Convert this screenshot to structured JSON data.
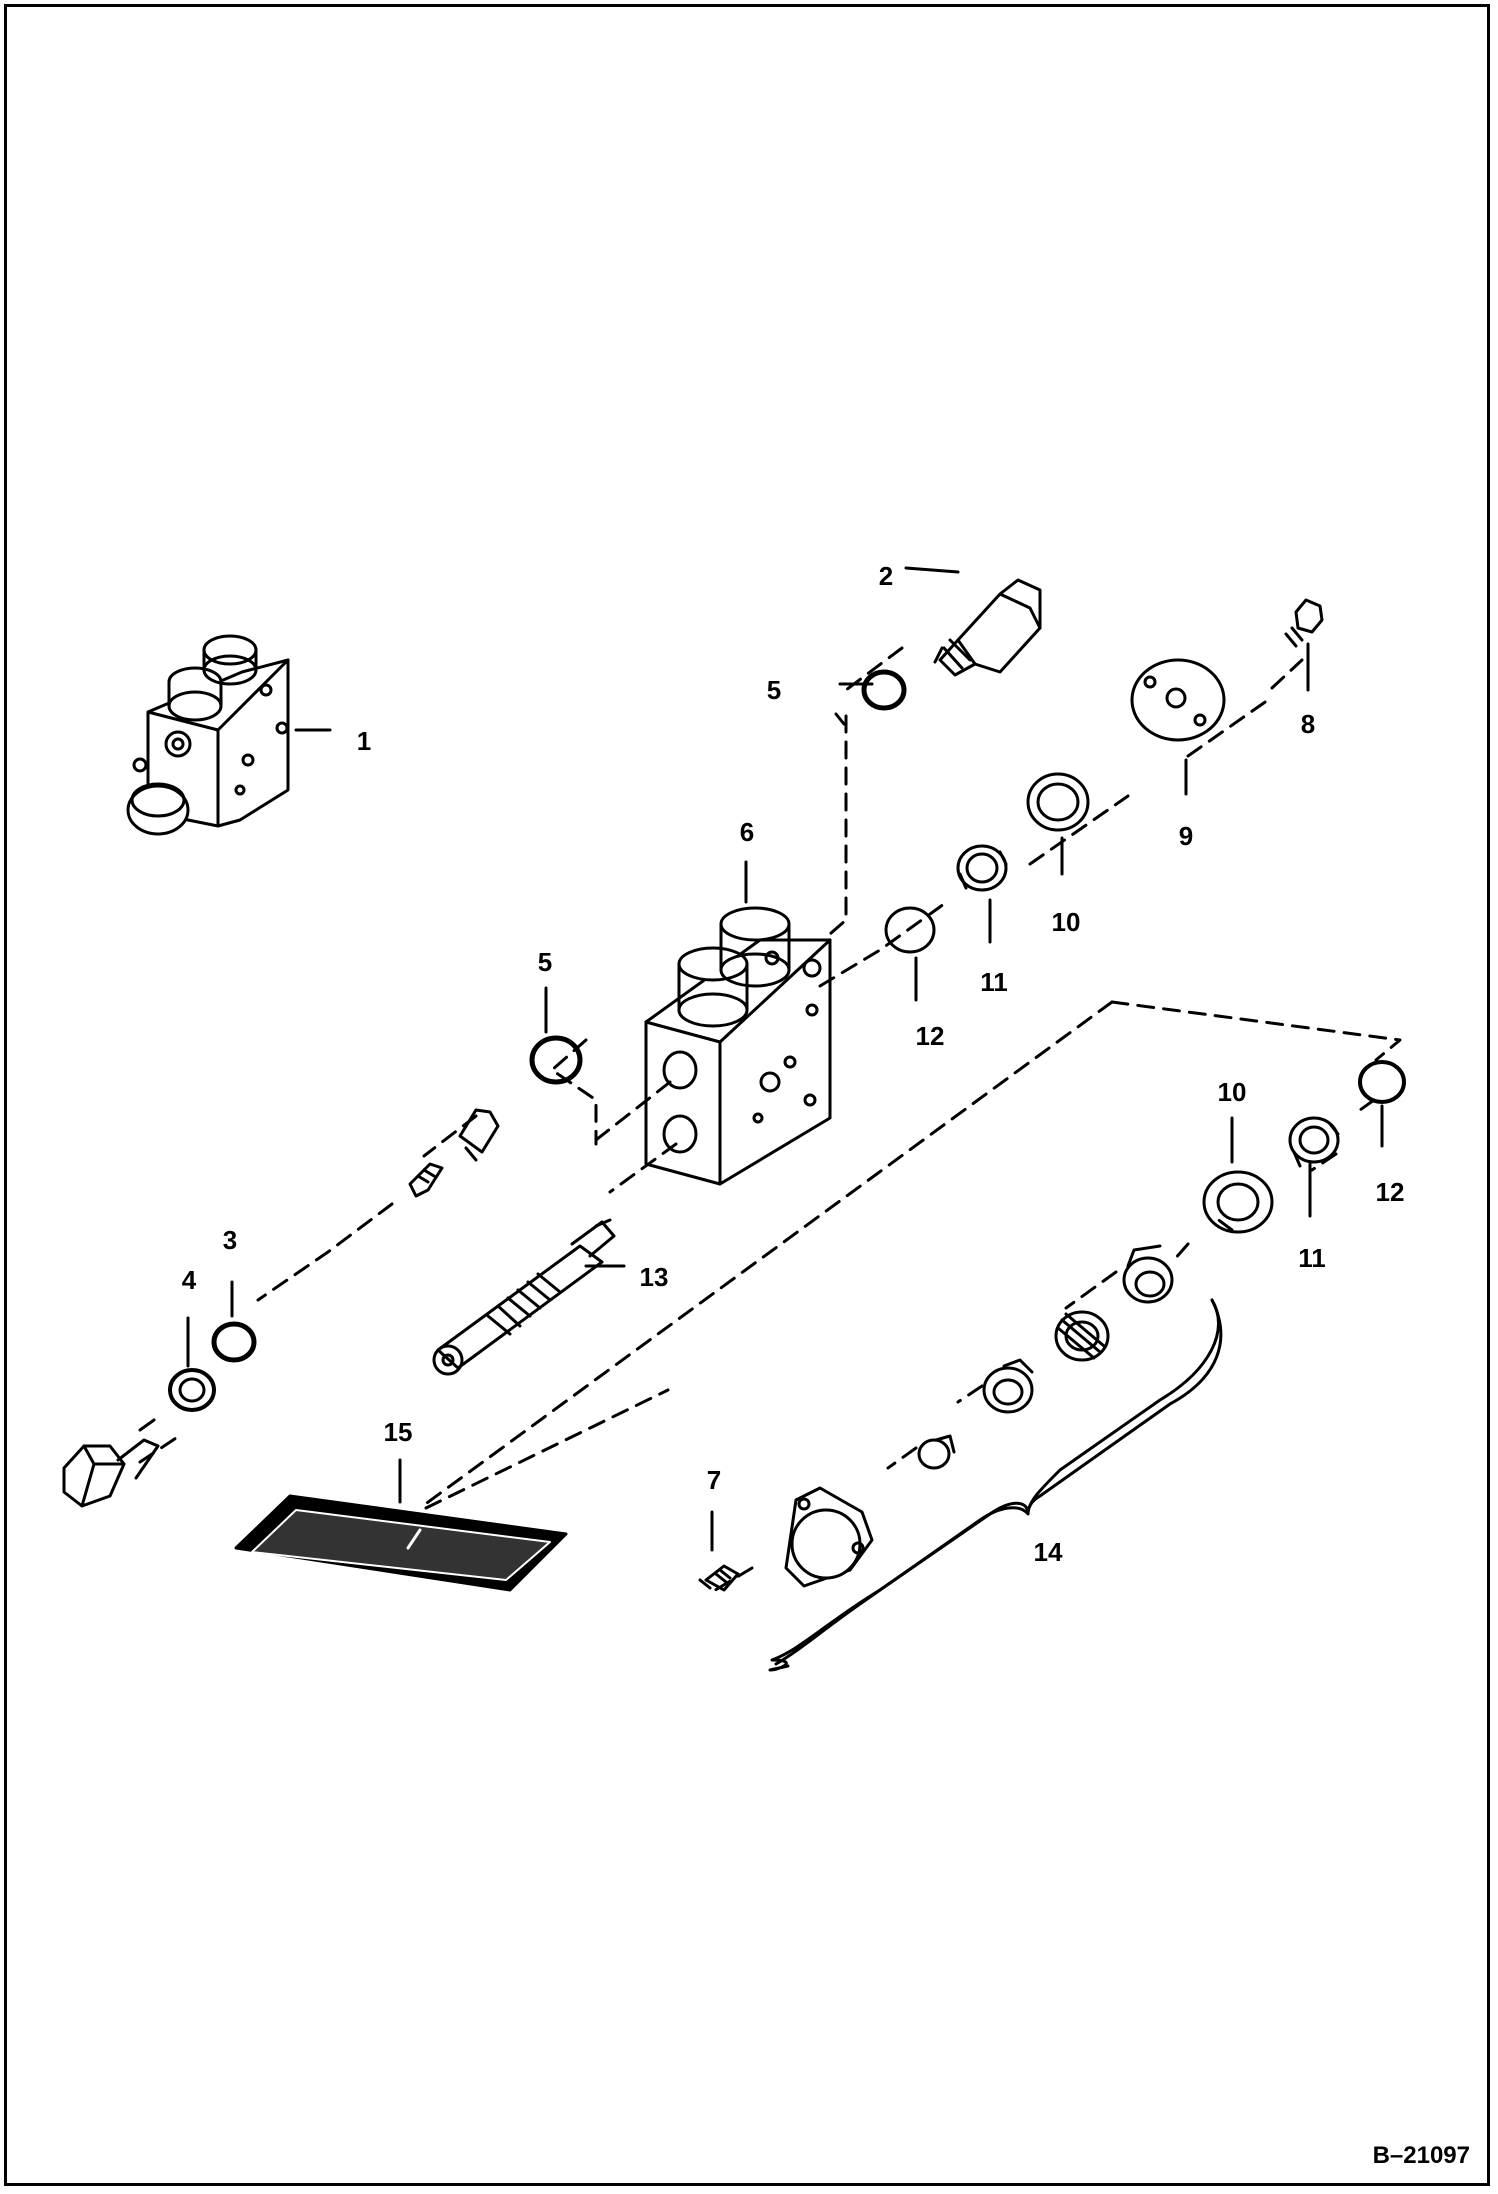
{
  "document_id": "B–21097",
  "callouts": [
    {
      "key": "c1",
      "label": "1"
    },
    {
      "key": "c2",
      "label": "2"
    },
    {
      "key": "c3",
      "label": "3"
    },
    {
      "key": "c4",
      "label": "4"
    },
    {
      "key": "c5a",
      "label": "5"
    },
    {
      "key": "c5b",
      "label": "5"
    },
    {
      "key": "c6",
      "label": "6"
    },
    {
      "key": "c7",
      "label": "7"
    },
    {
      "key": "c8",
      "label": "8"
    },
    {
      "key": "c9",
      "label": "9"
    },
    {
      "key": "c10a",
      "label": "10"
    },
    {
      "key": "c10b",
      "label": "10"
    },
    {
      "key": "c11a",
      "label": "11"
    },
    {
      "key": "c11b",
      "label": "11"
    },
    {
      "key": "c12a",
      "label": "12"
    },
    {
      "key": "c12b",
      "label": "12"
    },
    {
      "key": "c13",
      "label": "13"
    },
    {
      "key": "c14",
      "label": "14"
    },
    {
      "key": "c15",
      "label": "15"
    }
  ]
}
